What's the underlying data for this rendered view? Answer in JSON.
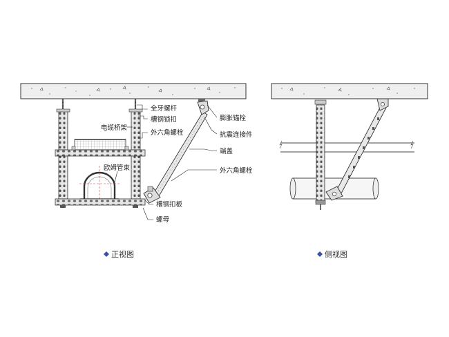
{
  "front_view": {
    "caption": "正视图",
    "labels": {
      "threaded_rod": "全牙螺杆",
      "channel_lock": "槽钢锁扣",
      "cable_tray": "电缆桥架",
      "hex_bolt_left": "外六角螺栓",
      "omega_clamp": "欧姆管束",
      "channel_buckle": "槽钢扣板",
      "nut": "螺母",
      "expansion_anchor": "膨胀锚栓",
      "seismic_connector": "抗震连接件",
      "end_cap": "端盖",
      "hex_bolt_right": "外六角螺栓"
    }
  },
  "side_view": {
    "caption": "侧视图"
  },
  "colors": {
    "accent": "#3a4ea8",
    "concrete": "#ededed",
    "steel": "#e4e4e4",
    "leader": "#222222"
  }
}
